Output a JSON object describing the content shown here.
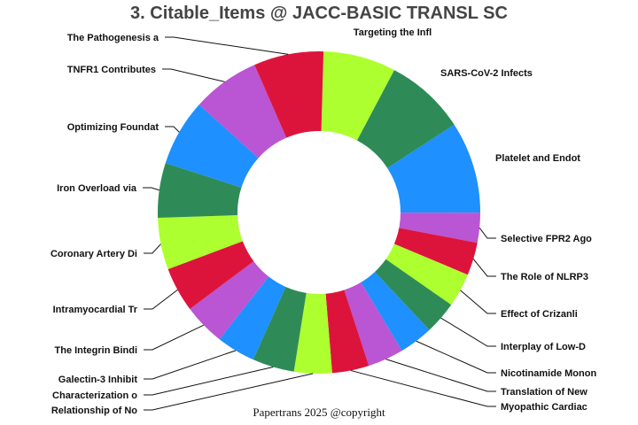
{
  "chart_data": {
    "type": "pie",
    "hole": true,
    "title": "3. Citable_Items @ JACC-BASIC TRANSL SC",
    "direction": "clockwise",
    "start": "top",
    "labels": [
      "Targeting the Infl",
      "SARS-CoV-2 Infects",
      "Platelet and Endot",
      "Selective FPR2 Ago",
      "The Role of NLRP3",
      "Effect of Crizanli",
      "Interplay of Low-D",
      "Nicotinamide Monon",
      "Translation of New",
      "Myopathic Cardiac",
      "Relationship of No",
      "Characterization o",
      "Galectin-3 Inhibit",
      "The Integrin Bindi",
      "Intramyocardial Tr",
      "Coronary Artery Di",
      "Iron Overload via",
      "Optimizing Foundat",
      "TNFR1 Contributes",
      "The Pathogenesis a"
    ],
    "values": [
      7.3,
      8.1,
      9.2,
      3.0,
      3.3,
      3.4,
      3.3,
      3.4,
      3.6,
      3.7,
      3.8,
      4.2,
      3.9,
      4.2,
      4.5,
      5.2,
      5.5,
      6.7,
      6.8,
      7.0
    ],
    "colors": [
      "#adff2f",
      "#2e8b57",
      "#1e90ff",
      "#ba55d3",
      "#dc143c",
      "#adff2f",
      "#2e8b57",
      "#1e90ff",
      "#ba55d3",
      "#dc143c",
      "#adff2f",
      "#2e8b57",
      "#1e90ff",
      "#ba55d3",
      "#dc143c",
      "#adff2f",
      "#2e8b57",
      "#1e90ff",
      "#ba55d3",
      "#dc143c"
    ]
  },
  "footer": "Papertrans 2025 @copyright"
}
